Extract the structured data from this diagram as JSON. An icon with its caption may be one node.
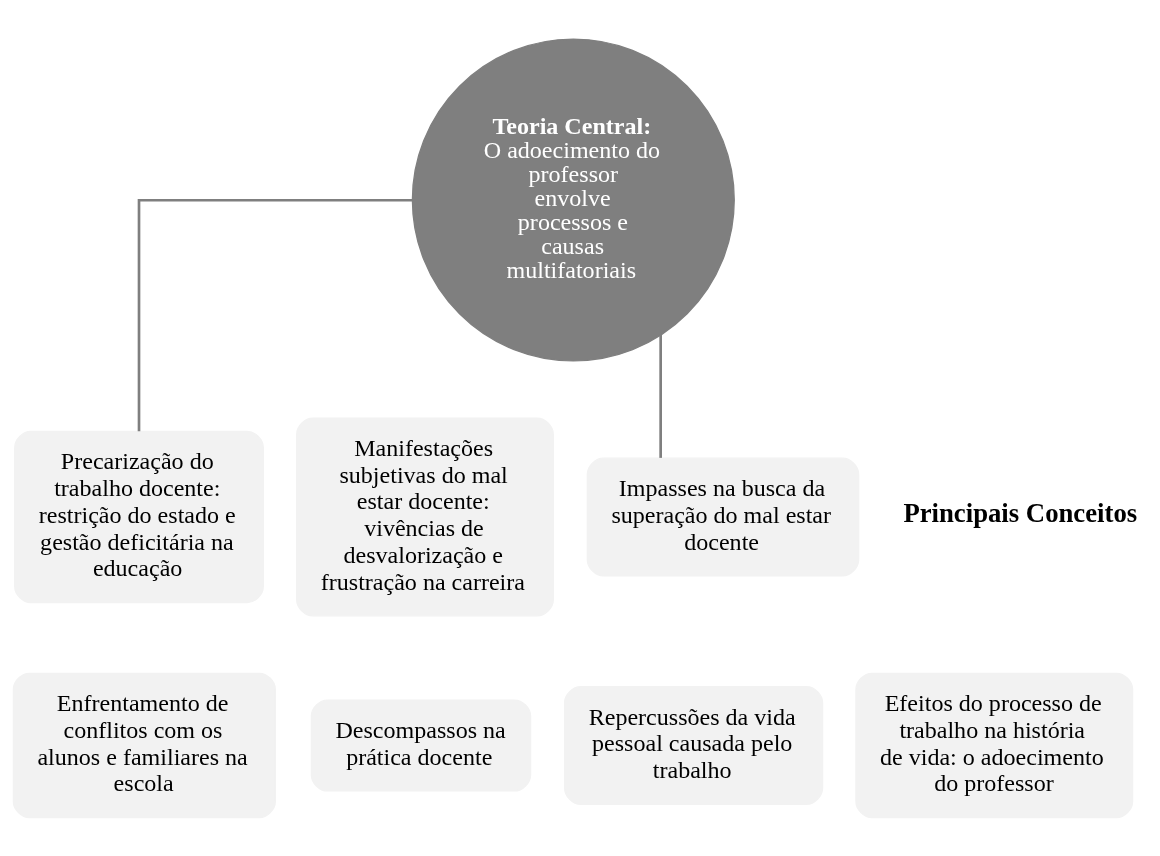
{
  "diagram": {
    "nodes": [
      {
        "text": [
          "Teoria Central:",
          "O adoecimento do professor envolve processos e causas multifatoriais"
        ]
      },
      {
        "text": [
          "Precarização do trabalho docente: restrição do estado e gestão deficitária na educação"
        ]
      },
      {
        "text": [
          "Manifestações subjetivas do mal estar docente: vivências de desvalorização e frustração na carreira"
        ]
      },
      {
        "text": [
          "Impasses na busca da superação do mal estar docente"
        ]
      },
      {
        "text": [
          "Enfrentamento de conflitos com os alunos e familiares na escola"
        ]
      },
      {
        "text": [
          "Descompassos na prática docente"
        ]
      },
      {
        "text": [
          "Repercussões da vida pessoal causada pelo trabalho"
        ]
      },
      {
        "text": [
          "Efeitos do processo de trabalho na história de vida: o adoecimento do professor"
        ]
      }
    ],
    "edges": [
      {
        "from": 0,
        "to": 1,
        "arrow": "none"
      },
      {
        "from": 0,
        "to": 3,
        "arrow": "none"
      }
    ],
    "labels": [
      "Principais Conceitos"
    ]
  }
}
